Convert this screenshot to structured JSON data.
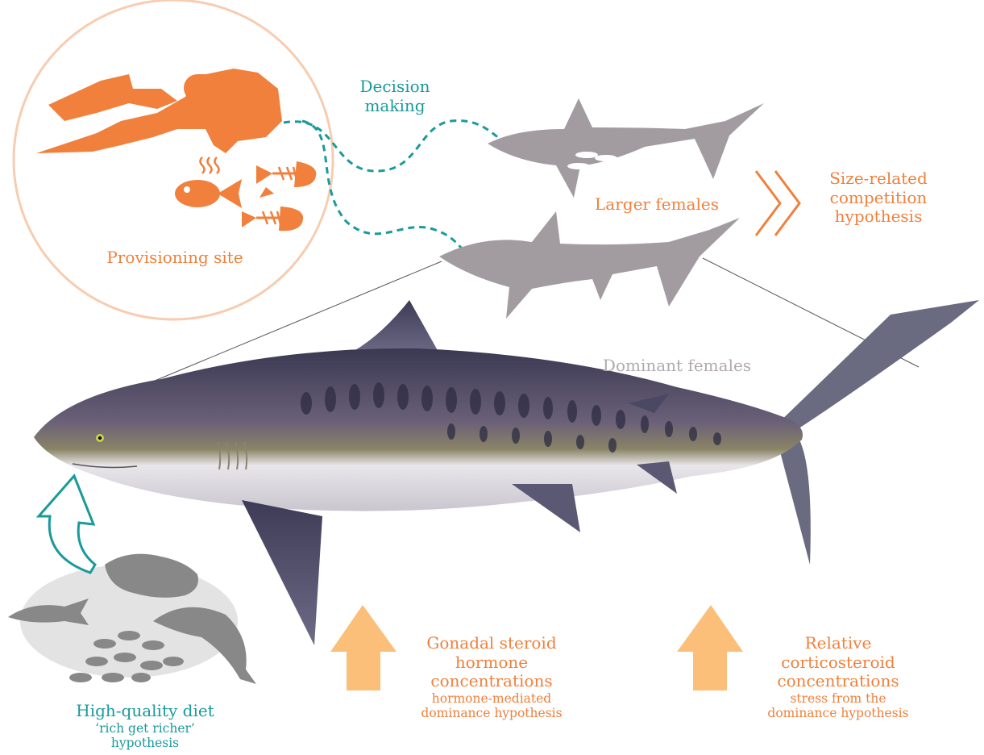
{
  "provisioning": {
    "label": "Provisioning site"
  },
  "decision": {
    "line1": "Decision",
    "line2": "making"
  },
  "larger": {
    "label": "Larger females"
  },
  "size_comp": {
    "line1": "Size-related",
    "line2": "competition",
    "line3": "hypothesis"
  },
  "dominant": {
    "label": "Dominant females"
  },
  "diet": {
    "title": "High-quality diet",
    "sub1": "‘rich get richer’",
    "sub2": "hypothesis"
  },
  "gonadal": {
    "line1": "Gonadal steroid",
    "line2": "hormone",
    "line3": "concentrations",
    "sub1": "hormone-mediated",
    "sub2": "dominance hypothesis"
  },
  "cortico": {
    "line1": "Relative",
    "line2": "corticosteroid",
    "line3": "concentrations",
    "sub1": "stress from the",
    "sub2": "dominance hypothesis"
  },
  "colors": {
    "teal": "#1a9a9a",
    "orange": "#f0803c",
    "light_orange": "#fbbf7a",
    "silhouette_grey": "#a29ca1",
    "circle": "#f7ccb0"
  }
}
